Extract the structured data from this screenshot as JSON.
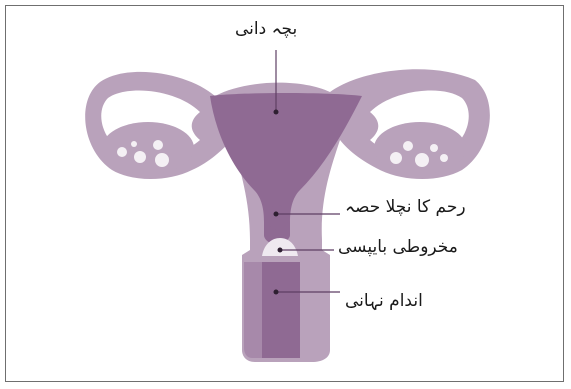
{
  "labels": {
    "uterus": "بچہ دانی",
    "cervix": "رحم کا نچلا حصہ",
    "cone_biopsy": "مخروطی بایپسی",
    "vagina": "اندام نہانی"
  },
  "colors": {
    "outer_tissue": "#b9a2bb",
    "inner_cavity": "#8f6a93",
    "ovary": "#d5c8d7",
    "follicle": "#f4f0f4",
    "cone_highlight": "#efe9f0",
    "leader_line": "#5e3f63",
    "frame_border": "#6f6f6f"
  }
}
